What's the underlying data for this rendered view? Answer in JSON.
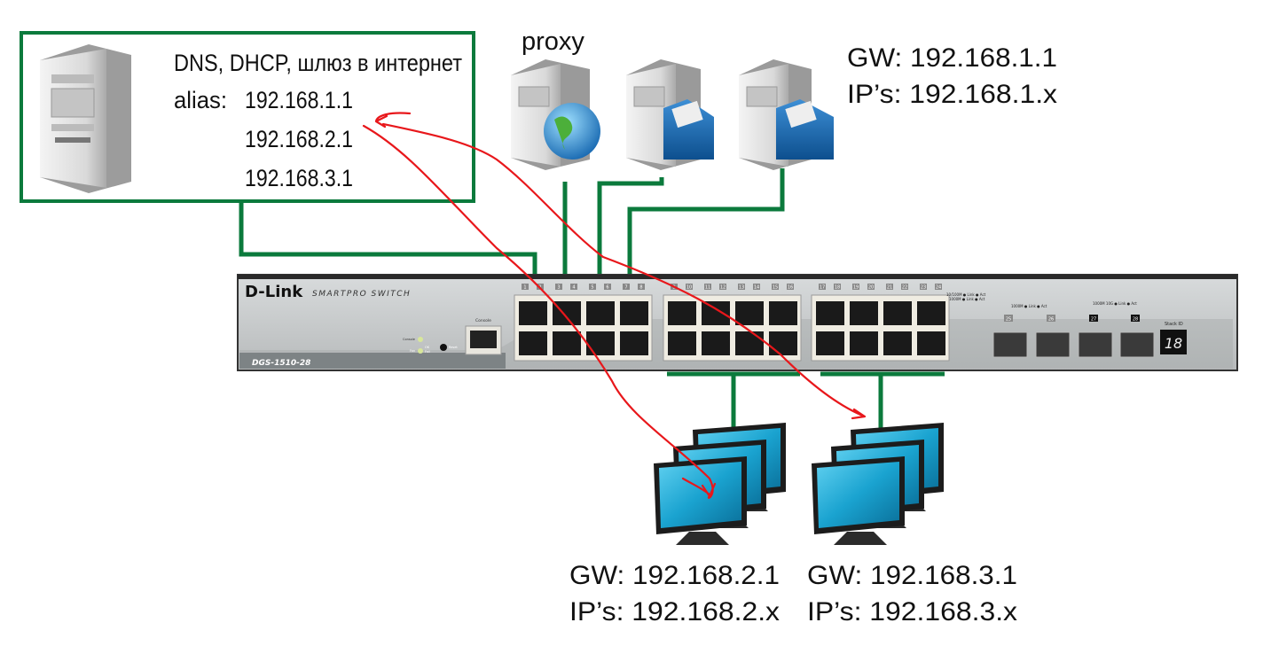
{
  "colors": {
    "link_green": "#0b7a3c",
    "arrow_red": "#e8171b",
    "switch_body": "#c9cccd",
    "port_panel": "#efece2",
    "monitor_screen": "#1aa3d0"
  },
  "gateway_server": {
    "title": "DNS, DHCP, шлюз в интернет",
    "alias_label": "alias:",
    "aliases": [
      "192.168.1.1",
      "192.168.2.1",
      "192.168.3.1"
    ],
    "icon": "server-tower-icon"
  },
  "servers": {
    "proxy_label": "proxy",
    "icons": [
      "server-globe-icon",
      "server-folder-icon",
      "server-folder-icon"
    ]
  },
  "subnet1": {
    "gw": "GW: 192.168.1.1",
    "ips": "IP’s:  192.168.1.x"
  },
  "subnet2": {
    "gw": "GW: 192.168.2.1",
    "ips": "IP’s:  192.168.2.x"
  },
  "subnet3": {
    "gw": "GW: 192.168.3.1",
    "ips": "IP’s:  192.168.3.x"
  },
  "switch": {
    "brand": "D-Link",
    "series": "SmartPro Switch",
    "model": "DGS-1510-28",
    "console_label": "Console",
    "console_led": "Console",
    "fan_label": "Fan",
    "ok_label": "OK",
    "fail_label": "Fail",
    "reset_label": "Reset",
    "port_numbers": [
      "1",
      "2",
      "3",
      "4",
      "5",
      "6",
      "7",
      "8",
      "9",
      "10",
      "11",
      "12",
      "13",
      "14",
      "15",
      "16",
      "17",
      "18",
      "19",
      "20",
      "21",
      "22",
      "23",
      "24"
    ],
    "sfp_numbers": [
      "25",
      "26",
      "27",
      "28"
    ],
    "legend_line1": "10/100M ● Link ● Act",
    "legend_line2": "1000M ● Link ● Act",
    "sfp_legend1": "1000M ● Link ● Act",
    "sfp_legend2": "1000M 10G ● Link ● Act",
    "stack_id_label": "Stack ID",
    "stack_id_value": "18"
  }
}
